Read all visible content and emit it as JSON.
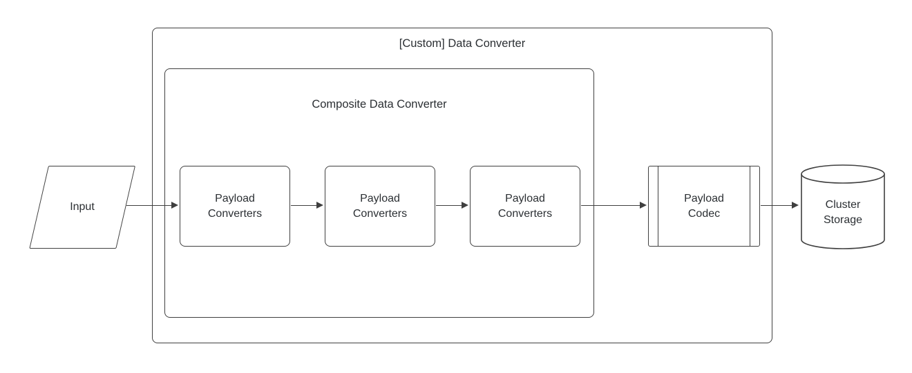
{
  "diagram": {
    "outer_container": {
      "title": "[Custom] Data Converter"
    },
    "composite_container": {
      "title": "Composite Data Converter"
    },
    "input": {
      "label": "Input"
    },
    "payload_converters": [
      {
        "label": "Payload Converters"
      },
      {
        "label": "Payload Converters"
      },
      {
        "label": "Payload Converters"
      }
    ],
    "payload_codec": {
      "label": "Payload Codec"
    },
    "cluster_storage": {
      "label": "Cluster Storage"
    },
    "colors": {
      "stroke": "#3f3f3f",
      "text": "#2b2f33",
      "background": "#ffffff"
    }
  }
}
